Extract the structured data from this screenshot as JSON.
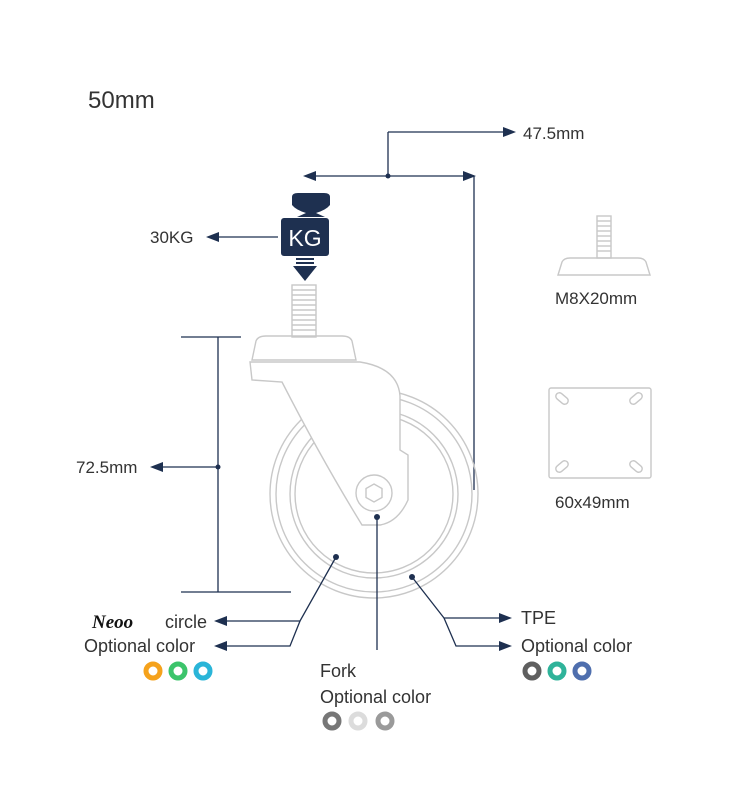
{
  "size_label": "50mm",
  "offset_dim": "47.5mm",
  "load": {
    "badge": "KG",
    "value": "30KG"
  },
  "height_dim": "72.5mm",
  "mount_thread": {
    "label": "M8X20mm"
  },
  "mount_plate": {
    "label": "60x49mm"
  },
  "neoo_circle": {
    "brand": "Neoo",
    "label": "circle",
    "optional": "Optional color",
    "colors": [
      "#f5a21c",
      "#3cc46b",
      "#2ab5d8"
    ]
  },
  "fork": {
    "label": "Fork",
    "optional": "Optional color",
    "colors": [
      "#777777",
      "#dcdcdc",
      "#9a9a9a"
    ]
  },
  "tpe": {
    "label": "TPE",
    "optional": "Optional color",
    "colors": [
      "#5f5f5f",
      "#2fb39a",
      "#4f6fae"
    ]
  },
  "colors": {
    "dim_line": "#1e3050",
    "outline": "#c8c8c8"
  }
}
